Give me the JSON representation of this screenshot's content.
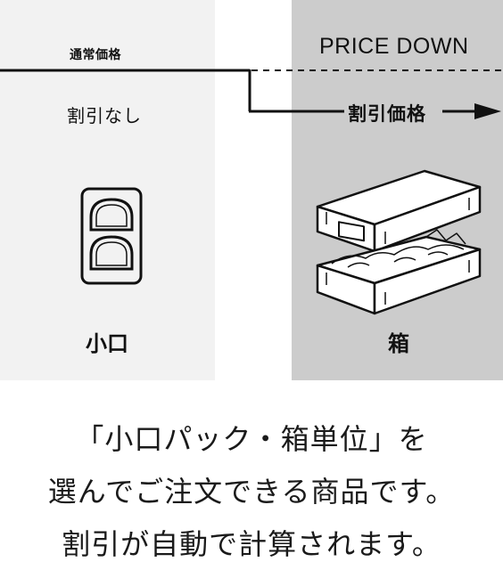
{
  "labels": {
    "regular_price": "通常価格",
    "price_down": "PRICE DOWN",
    "no_discount": "割引なし",
    "discount_price": "割引価格",
    "small_lot": "小口",
    "box": "箱"
  },
  "icons": {
    "small_lot": "pack-icon",
    "box": "open-box-icon",
    "arrow": "arrow-right-icon"
  },
  "caption": [
    "「小口パック・箱単位」を",
    "選んでご注文できる商品です。",
    "割引が自動で計算されます。"
  ],
  "colors": {
    "left_panel": "#f2f2f2",
    "right_panel": "#cccccc",
    "line": "#111111"
  }
}
